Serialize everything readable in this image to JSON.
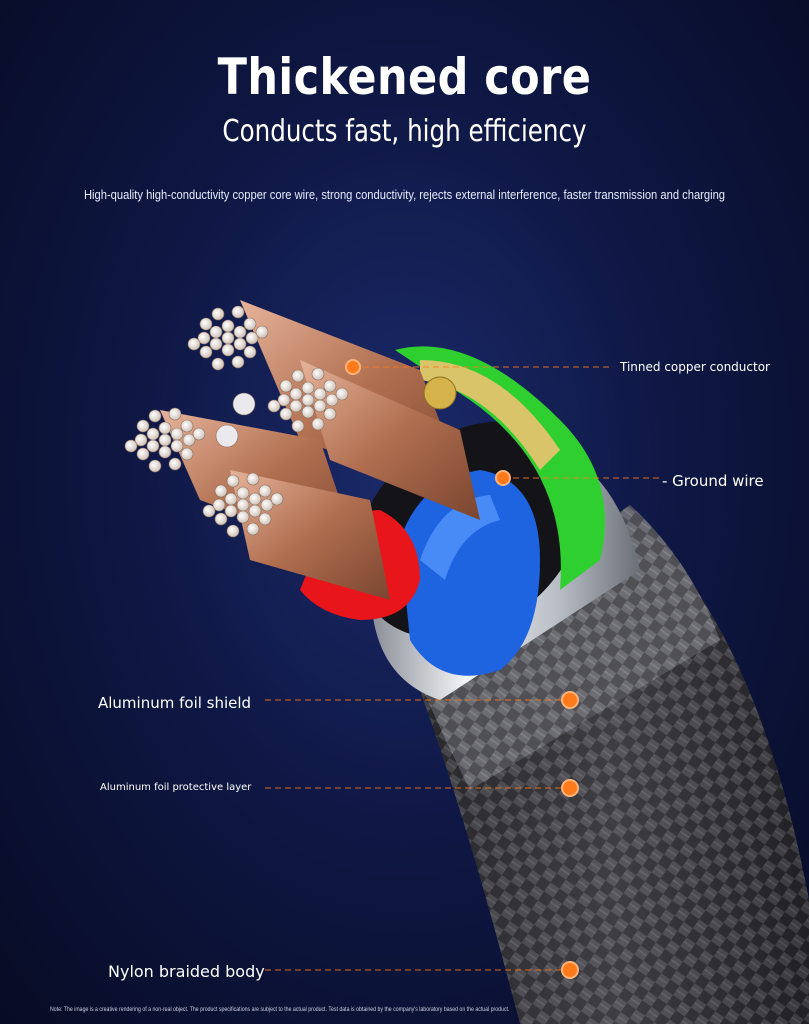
{
  "heading": {
    "title": "Thickened core",
    "subtitle": "Conducts fast, high efficiency",
    "description": "High-quality high-conductivity copper core wire, strong conductivity, rejects external interference, faster transmission and charging"
  },
  "callouts": {
    "tinned": "Tinned copper conductor",
    "ground": "- Ground wire",
    "foil_shield": "Aluminum foil shield",
    "foil_layer": "Aluminum foil protective layer",
    "nylon": "Nylon braided body"
  },
  "footnote": "Note: The image is a creative rendering of a non-real object. The product specifications are subject to the actual product. Test data is obtained by the company's laboratory based on the actual product.",
  "colors": {
    "accent_dot": "#ff7a1a",
    "red_sleeve": "#e8151b",
    "blue_sleeve": "#1e63e0",
    "green_sleeve": "#2fcf2f",
    "copper": "#c98a6a"
  }
}
